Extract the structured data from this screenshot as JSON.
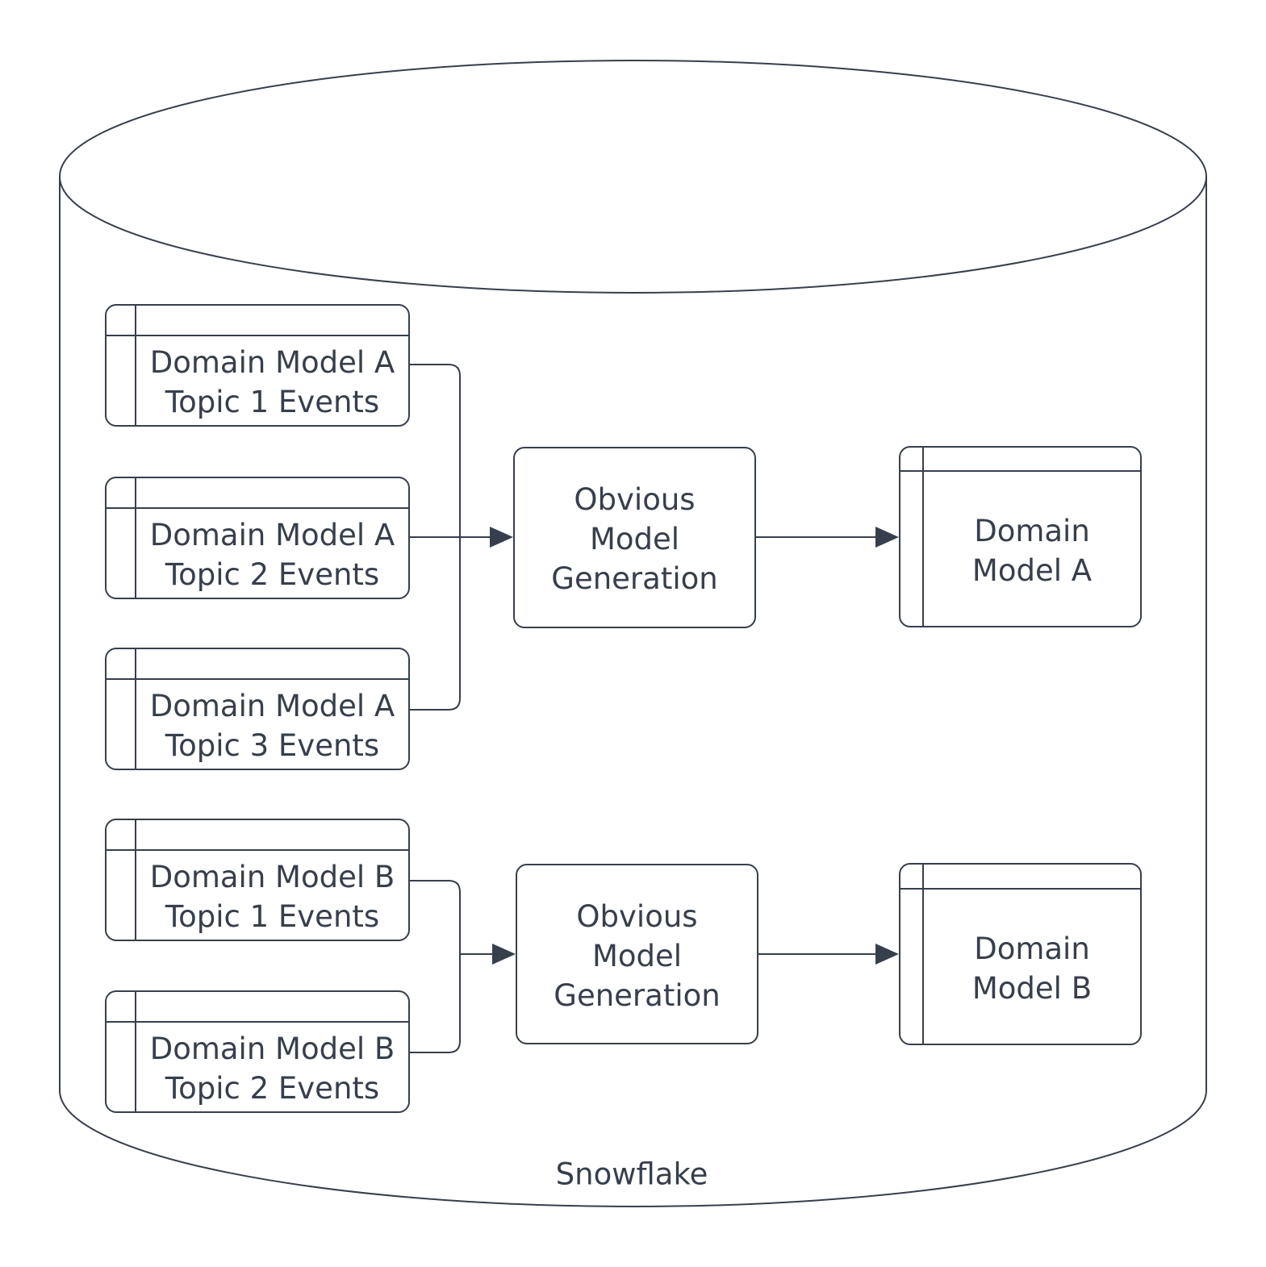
{
  "colors": {
    "stroke": "#373f4c",
    "text": "#373f4c",
    "background": "#ffffff"
  },
  "cylinder": {
    "label": "Snowflake"
  },
  "group_a": {
    "sources": [
      {
        "label": "Domain Model A\nTopic 1 Events"
      },
      {
        "label": "Domain Model A\nTopic 2 Events"
      },
      {
        "label": "Domain Model A\nTopic 3 Events"
      }
    ],
    "process": {
      "label": "Obvious\nModel\nGeneration"
    },
    "output": {
      "label": "Domain\nModel A"
    }
  },
  "group_b": {
    "sources": [
      {
        "label": "Domain Model B\nTopic 1 Events"
      },
      {
        "label": "Domain Model B\nTopic 2 Events"
      }
    ],
    "process": {
      "label": "Obvious\nModel\nGeneration"
    },
    "output": {
      "label": "Domain\nModel B"
    }
  },
  "edges": [
    {
      "from": [
        "Domain Model A Topic 1 Events",
        "Domain Model A Topic 2 Events",
        "Domain Model A Topic 3 Events"
      ],
      "to": "Obvious Model Generation"
    },
    {
      "from": "Obvious Model Generation",
      "to": "Domain Model A"
    },
    {
      "from": [
        "Domain Model B Topic 1 Events",
        "Domain Model B Topic 2 Events"
      ],
      "to": "Obvious Model Generation"
    },
    {
      "from": "Obvious Model Generation",
      "to": "Domain Model B"
    }
  ]
}
